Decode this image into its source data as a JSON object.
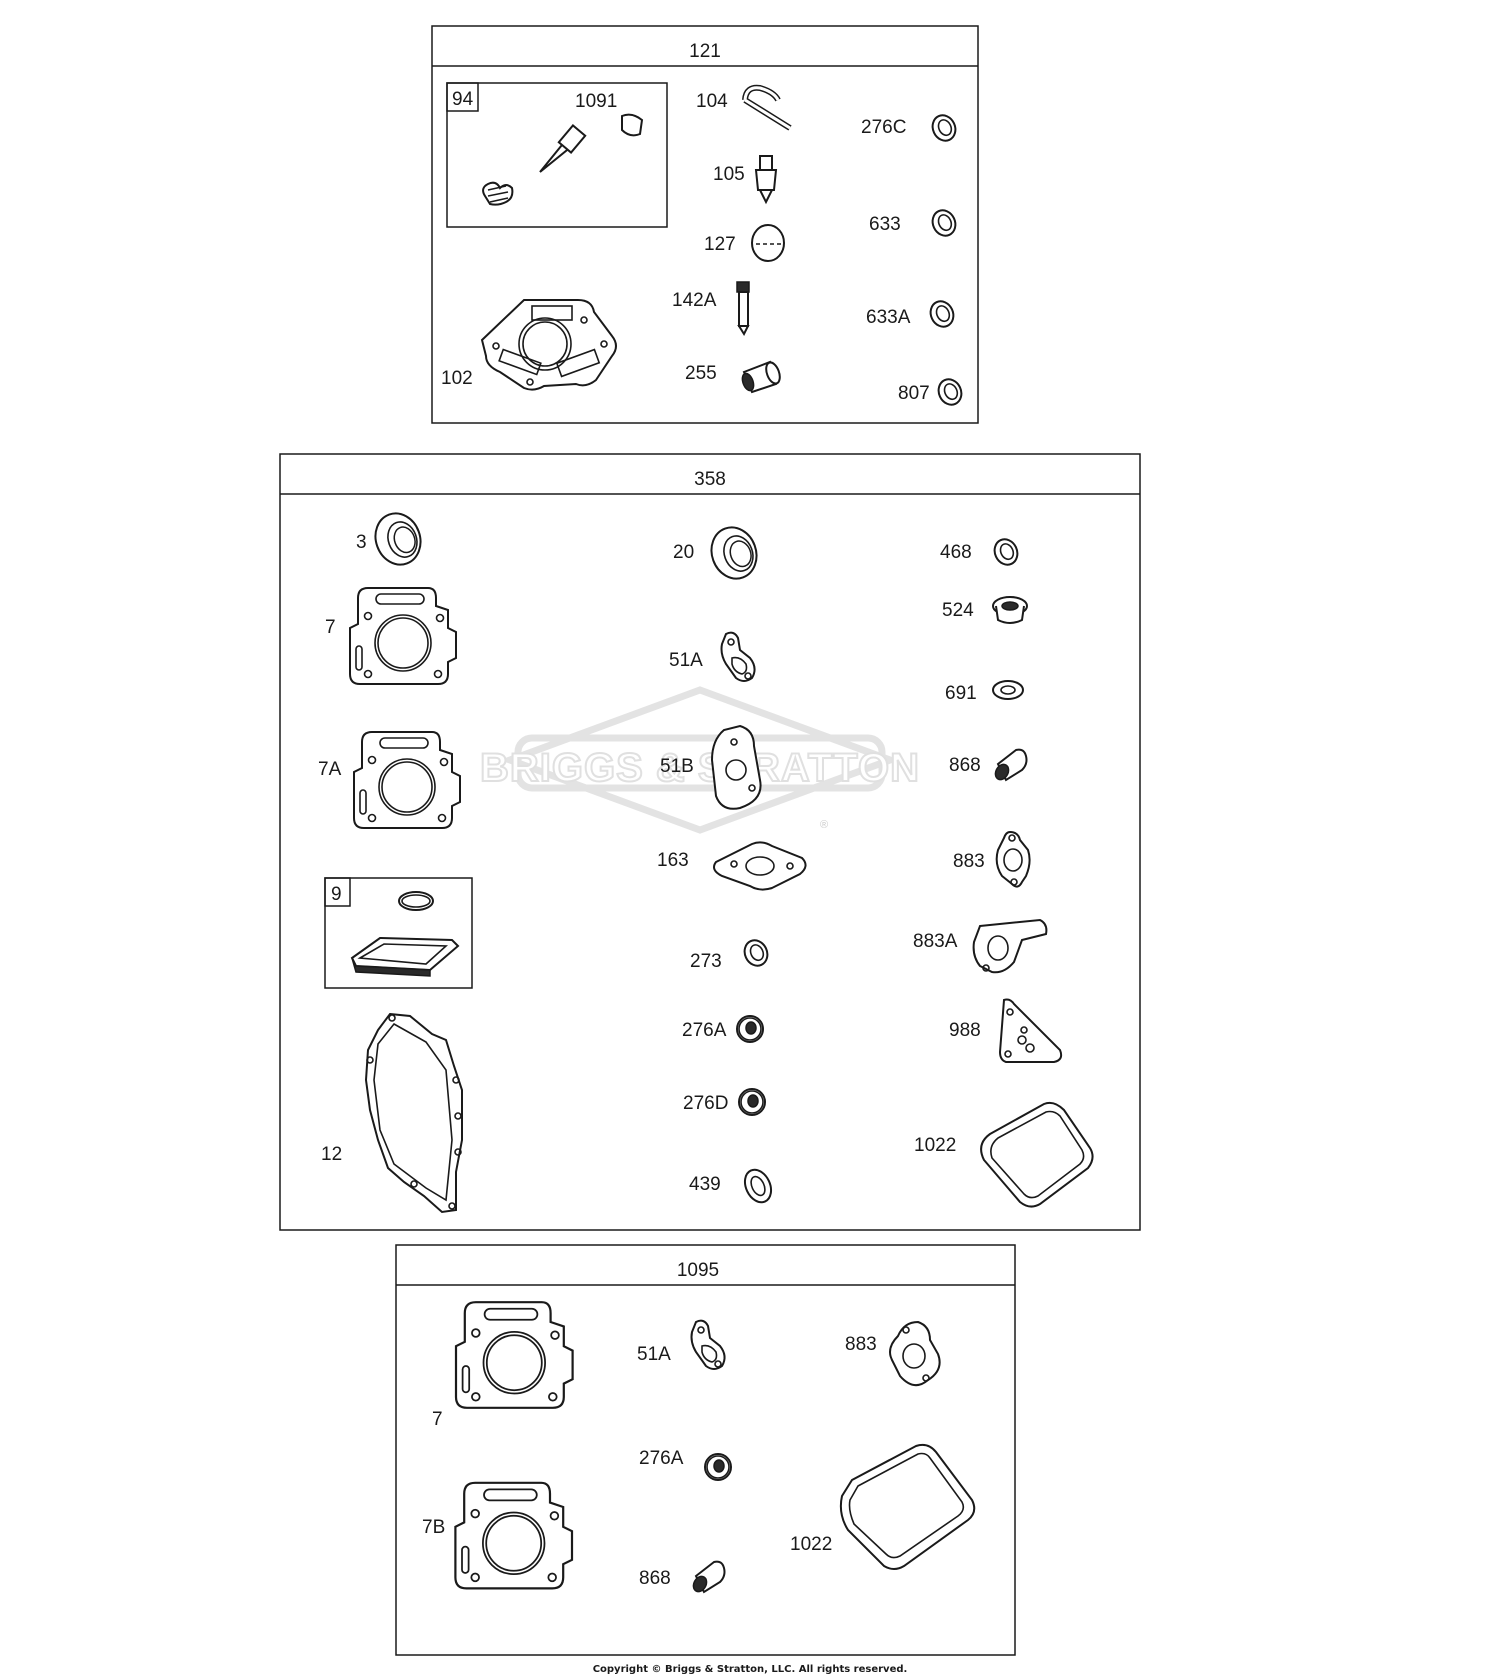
{
  "watermark": {
    "text": "BRIGGS & STRATTON"
  },
  "copyright": "Copyright © Briggs & Stratton, LLC. All rights reserved.",
  "kits": {
    "k121": {
      "title": "121",
      "subkit": {
        "label": "94",
        "part": "1091"
      },
      "parts": [
        "104",
        "105",
        "127",
        "142A",
        "255",
        "102",
        "276C",
        "633",
        "633A",
        "807"
      ]
    },
    "k358": {
      "title": "358",
      "subkit": {
        "label": "9"
      },
      "parts": [
        "3",
        "7",
        "7A",
        "12",
        "20",
        "51A",
        "51B",
        "163",
        "273",
        "276A",
        "276D",
        "439",
        "468",
        "524",
        "691",
        "868",
        "883",
        "883A",
        "988",
        "1022"
      ]
    },
    "k1095": {
      "title": "1095",
      "parts": [
        "7",
        "7B",
        "51A",
        "276A",
        "868",
        "883",
        "1022"
      ]
    }
  }
}
